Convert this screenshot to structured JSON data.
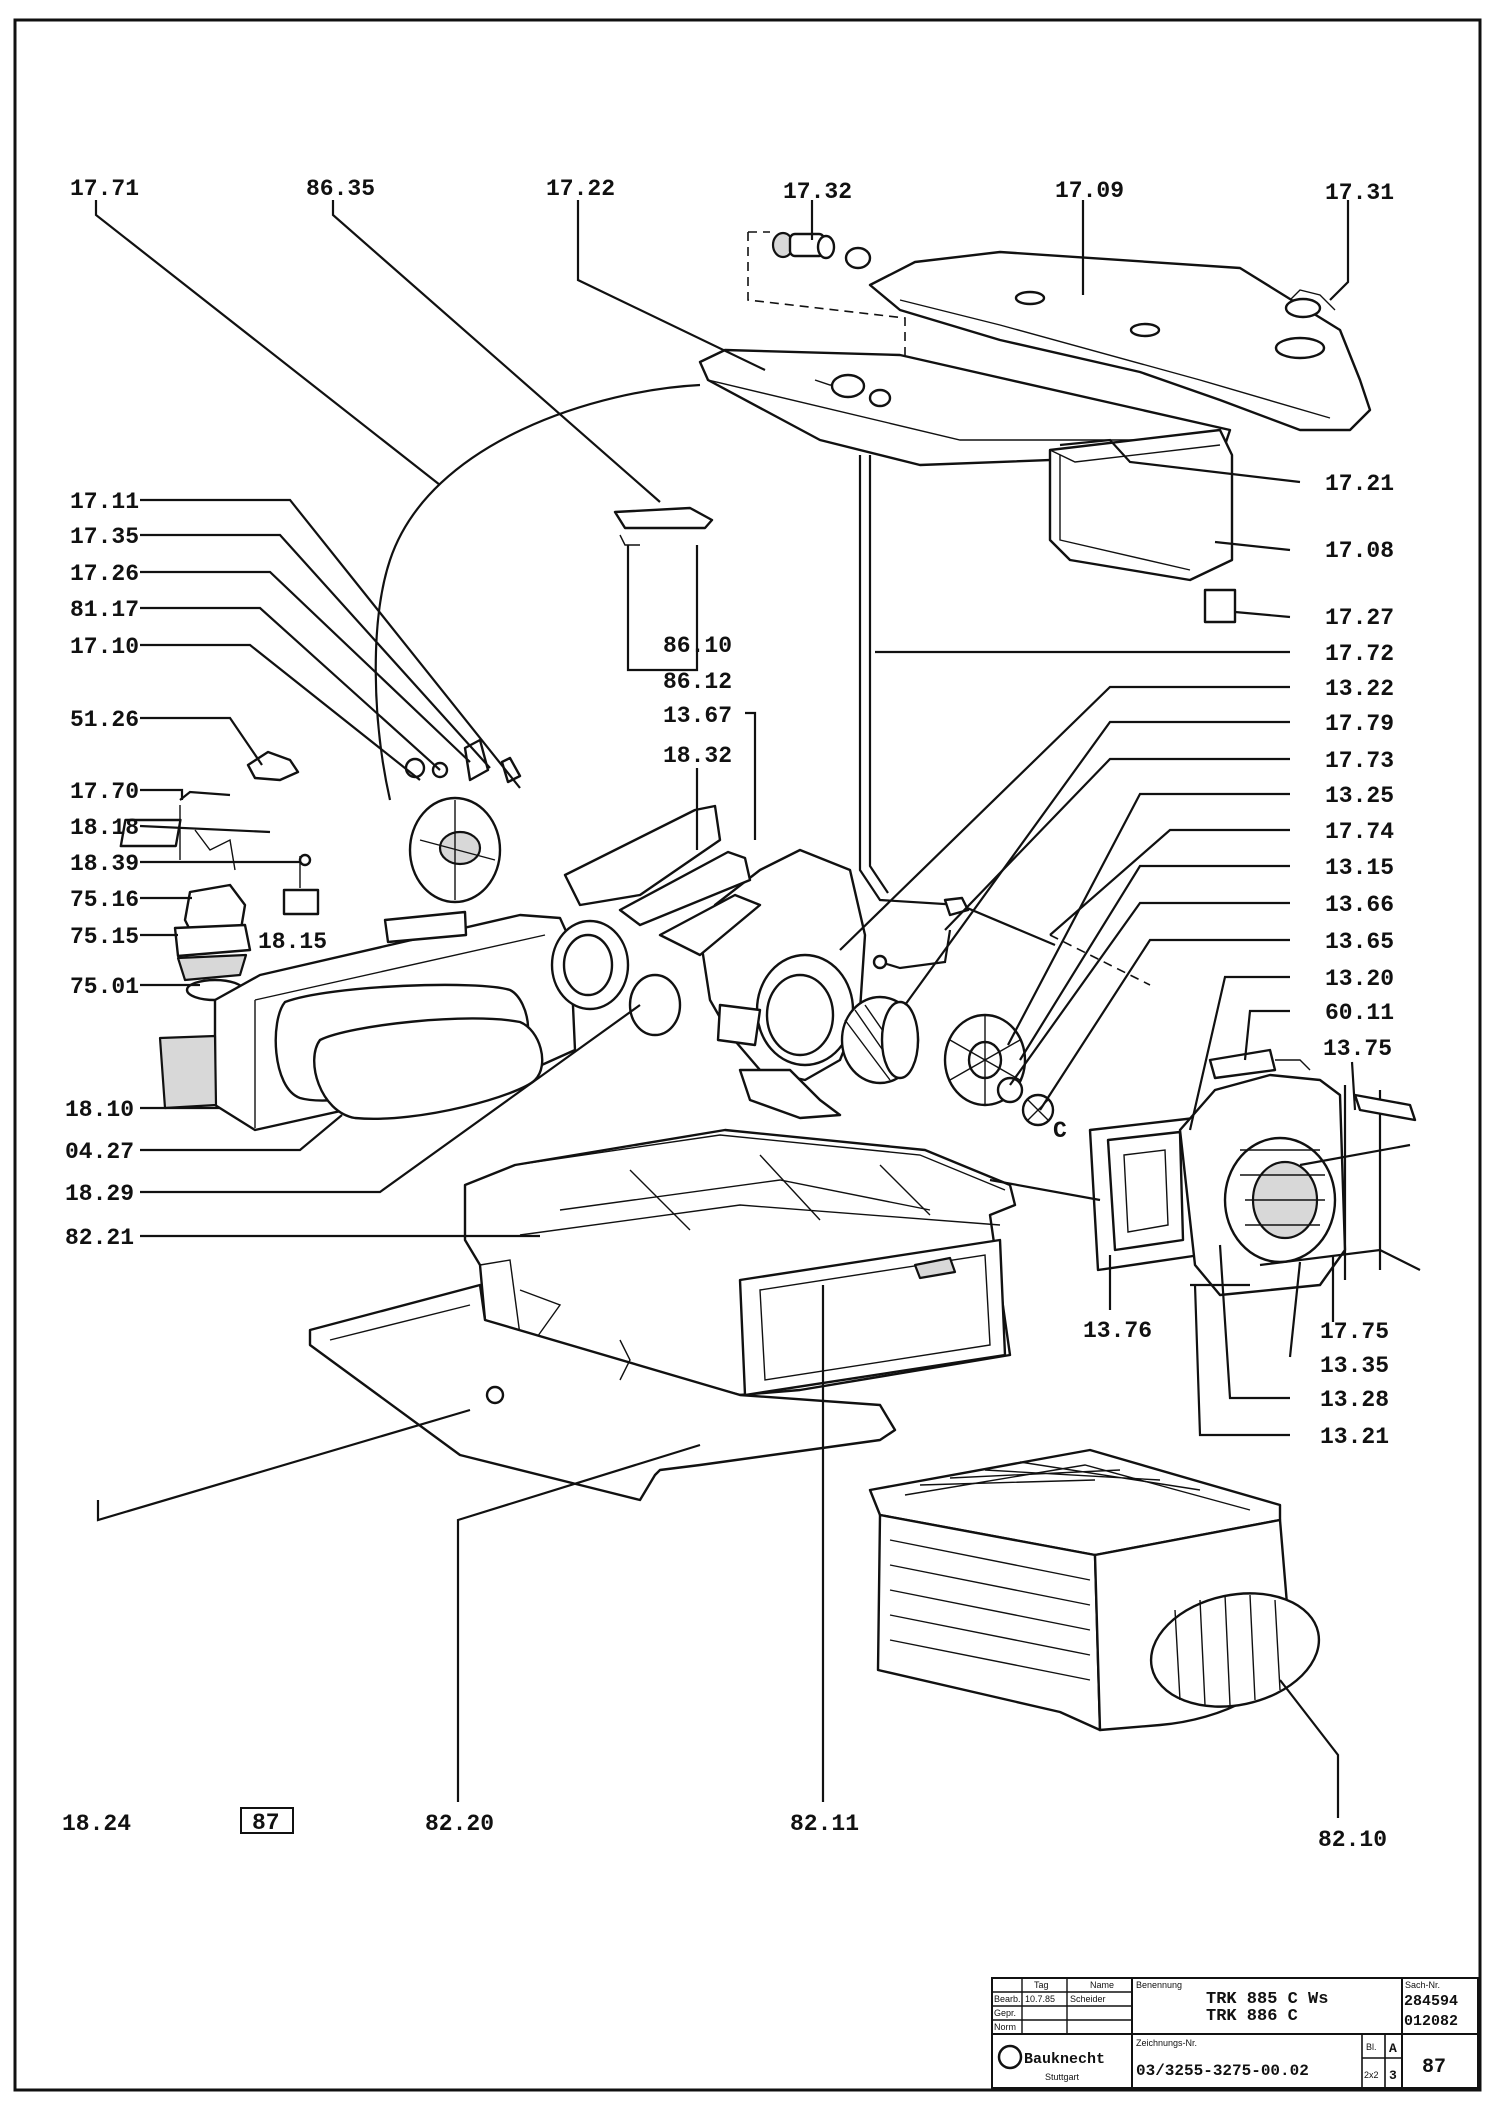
{
  "labels": {
    "l1771": "17.71",
    "l8635": "86.35",
    "l1722": "17.22",
    "l1732": "17.32",
    "l1709": "17.09",
    "l1731": "17.31",
    "l1721": "17.21",
    "l1708": "17.08",
    "l1727": "17.27",
    "l1772": "17.72",
    "l1322": "13.22",
    "l1779": "17.79",
    "l1773": "17.73",
    "l1325": "13.25",
    "l1774": "17.74",
    "l1315": "13.15",
    "l1366": "13.66",
    "l1365": "13.65",
    "l1320": "13.20",
    "l6011": "60.11",
    "l1375a": "13.75",
    "l1711": "17.11",
    "l1735": "17.35",
    "l1726": "17.26",
    "l8117": "81.17",
    "l1710": "17.10",
    "l5126": "51.26",
    "l1770": "17.70",
    "l1818": "18.18",
    "l1839": "18.39",
    "l7516": "75.16",
    "l7515": "75.15",
    "l7501": "75.01",
    "l1815": "18.15",
    "l8610": "86.10",
    "l8612": "86.12",
    "l1367": "13.67",
    "l1832": "18.32",
    "l1810": "18.10",
    "l0427": "04.27",
    "l1829": "18.29",
    "l8221": "82.21",
    "l1376": "13.76",
    "l1775b": "17.75",
    "l1335": "13.35",
    "l1328": "13.28",
    "l1321": "13.21",
    "l1824": "18.24",
    "l8220": "82.20",
    "l8211": "82.11",
    "l8210": "82.10",
    "lC": "C"
  },
  "page_badge": "87",
  "title_block": {
    "model_line1": "TRK 885 C Ws",
    "model_line2": "TRK 886 C",
    "drawing_number": "03/3255-3275-00.02",
    "code1": "284594",
    "code2": "012082",
    "brand": "Bauknecht",
    "city": "Stuttgart",
    "sheet_label": "Bl.",
    "sheet_value": "2x2",
    "rev_label": "A",
    "rev_value": "3",
    "page_number": "87",
    "row_labels": [
      "Bearb.",
      "Gepr.",
      "Norm"
    ],
    "date": "10.7.85",
    "name": "Scheider",
    "col_labels": [
      "Tag",
      "Name"
    ],
    "benennung_label": "Benennung",
    "zeichnung_label": "Zeichnungs-Nr.",
    "sach_label": "Sach-Nr."
  }
}
